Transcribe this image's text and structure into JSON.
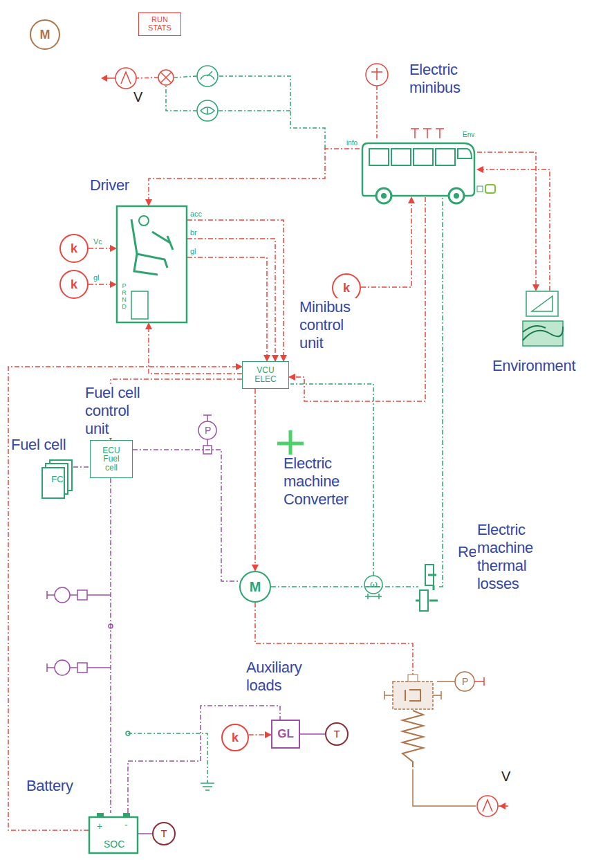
{
  "diagram": {
    "nodes": [
      {
        "text": [
          "M"
        ]
      },
      {
        "text": [
          "RUN STATS"
        ]
      },
      {
        "text": [
          "Electric minibus"
        ]
      },
      {
        "text": [
          "Driver"
        ]
      },
      {
        "text": [
          "k"
        ]
      },
      {
        "text": [
          "k"
        ]
      },
      {
        "text": [
          "k"
        ]
      },
      {
        "text": [
          "Minibus control unit",
          "VCU ELEC"
        ]
      },
      {
        "text": [
          "Environment"
        ]
      },
      {
        "text": [
          "Fuel cell",
          "FC"
        ]
      },
      {
        "text": [
          "Fuel cell control unit",
          "ECU Fuel cell"
        ]
      },
      {
        "text": [
          "Electric machine Converter",
          "M"
        ]
      },
      {
        "text": [
          "Reducer"
        ]
      },
      {
        "text": [
          "Auxiliary loads",
          "GL"
        ]
      },
      {
        "text": [
          "k"
        ]
      },
      {
        "text": [
          "T"
        ]
      },
      {
        "text": [
          "Electric machine thermal losses"
        ]
      },
      {
        "text": [
          "Battery",
          "+",
          "-",
          "SOC"
        ]
      },
      {
        "text": [
          "T"
        ]
      }
    ],
    "edges": [
      {
        "from": 3,
        "to": 7,
        "arrow": "to"
      },
      {
        "from": 3,
        "to": 7,
        "arrow": "to"
      },
      {
        "from": 3,
        "to": 7,
        "arrow": "to"
      },
      {
        "from": 7,
        "to": 3,
        "arrow": "to"
      },
      {
        "from": 2,
        "to": 3,
        "arrow": "to"
      },
      {
        "from": 6,
        "to": 2,
        "arrow": "to"
      },
      {
        "from": 4,
        "to": 3,
        "arrow": "to"
      },
      {
        "from": 5,
        "to": 3,
        "arrow": "to"
      },
      {
        "from": 7,
        "to": 11,
        "arrow": "to"
      },
      {
        "from": 7,
        "to": 10,
        "arrow": "to"
      },
      {
        "from": 9,
        "to": 10,
        "arrow": "none"
      },
      {
        "from": 10,
        "to": 11,
        "arrow": "none"
      },
      {
        "from": 10,
        "to": 17,
        "arrow": "none"
      },
      {
        "from": 17,
        "to": 13,
        "arrow": "none"
      },
      {
        "from": 11,
        "to": 12,
        "arrow": "none"
      },
      {
        "from": 12,
        "to": 2,
        "arrow": "none"
      },
      {
        "from": 2,
        "to": 8,
        "arrow": "to"
      },
      {
        "from": 8,
        "to": 2,
        "arrow": "to"
      },
      {
        "from": 11,
        "to": 16,
        "arrow": "none"
      },
      {
        "from": 14,
        "to": 13,
        "arrow": "to"
      },
      {
        "from": 13,
        "to": 15,
        "arrow": "none"
      },
      {
        "from": 17,
        "to": 18,
        "arrow": "none"
      },
      {
        "from": 2,
        "to": 7,
        "arrow": "to"
      },
      {
        "from": 17,
        "to": 7,
        "arrow": "to"
      }
    ],
    "labels": [
      "V",
      "info",
      "Env",
      "acc",
      "br",
      "gl",
      "Vc",
      "gl",
      "P R N D",
      "P",
      "ω",
      "P",
      "V"
    ]
  }
}
